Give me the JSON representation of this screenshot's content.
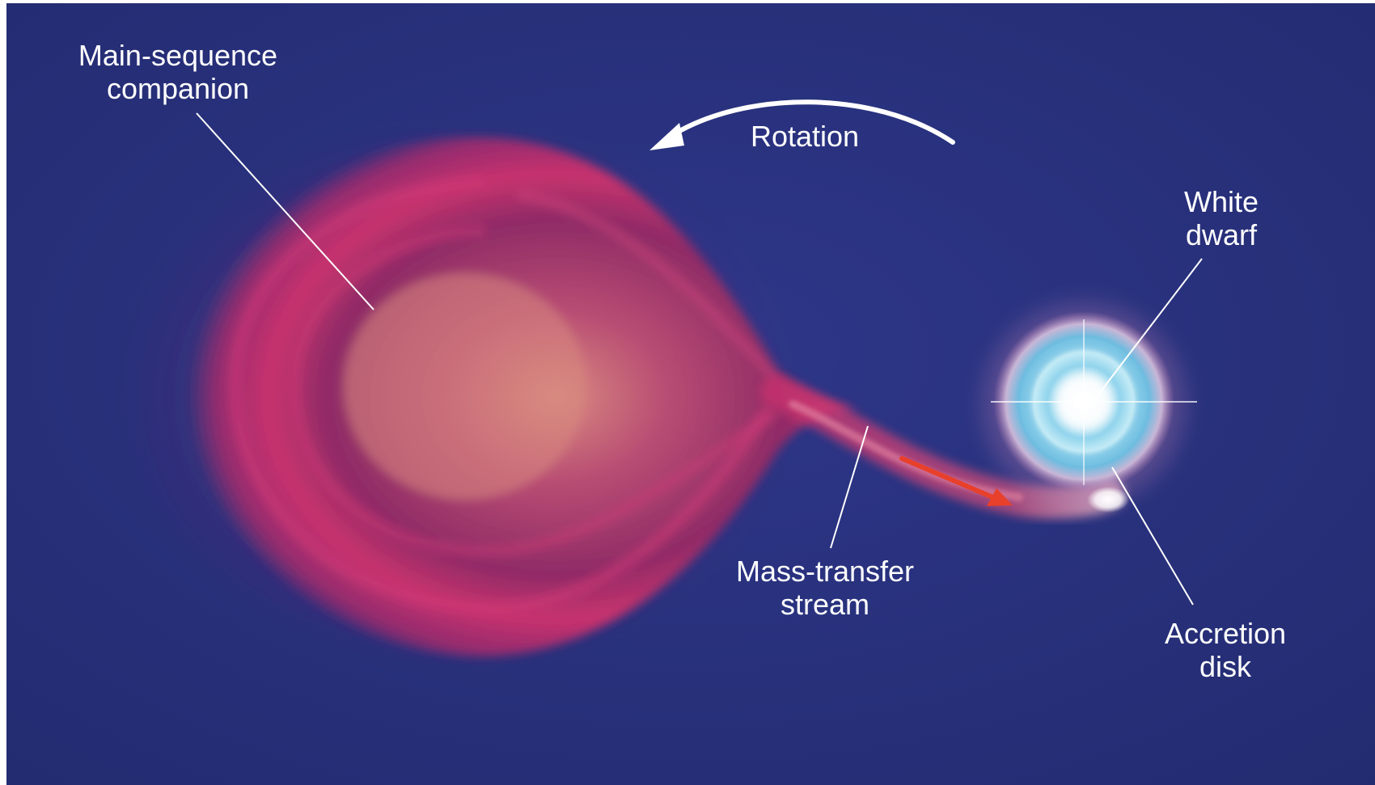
{
  "labels": {
    "companion": [
      "Main-sequence",
      "companion"
    ],
    "rotation": [
      "Rotation"
    ],
    "white_dwarf": [
      "White",
      "dwarf"
    ],
    "stream": [
      "Mass-transfer",
      "stream"
    ],
    "disk": [
      "Accretion",
      "disk"
    ]
  },
  "colors": {
    "space_background": "#27307a",
    "companion_star": "#c8326e",
    "companion_core": "#d98a80",
    "accretion_disk": "#7fc9e8",
    "white_dwarf": "#ffffff",
    "flow_arrow": "#e8402a",
    "leader_lines": "#ffffff"
  }
}
